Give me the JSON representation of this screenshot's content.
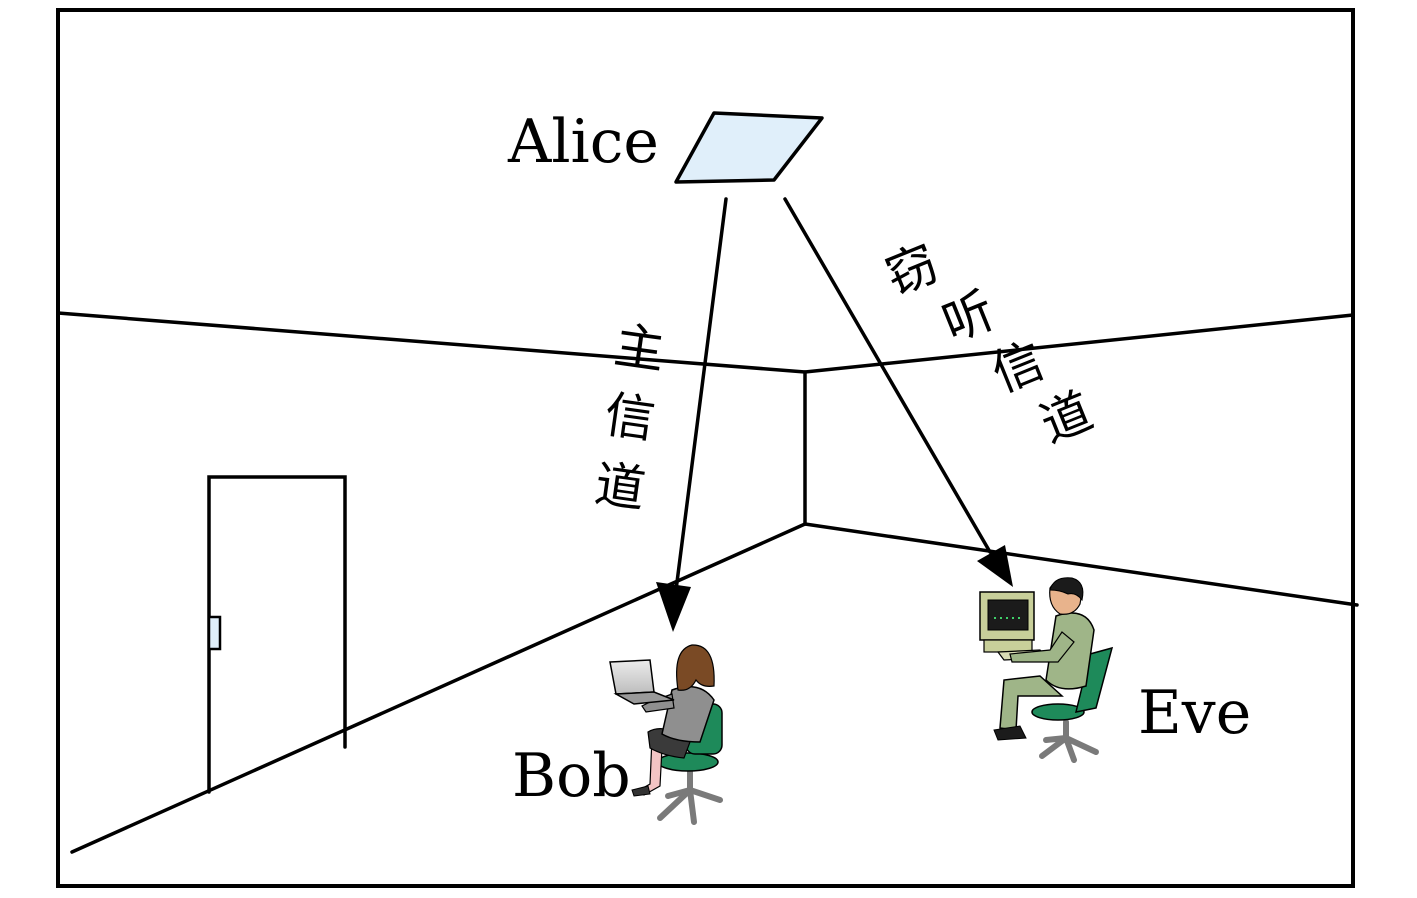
{
  "diagram": {
    "nodes": {
      "alice": {
        "label": "Alice",
        "fill": "#e0effa"
      },
      "bob": {
        "label": "Bob"
      },
      "eve": {
        "label": "Eve"
      }
    },
    "channels": {
      "main": {
        "label": [
          "主",
          "信",
          "道"
        ]
      },
      "eavesdrop": {
        "label": [
          "窃",
          "听",
          "信",
          "道"
        ]
      }
    }
  }
}
